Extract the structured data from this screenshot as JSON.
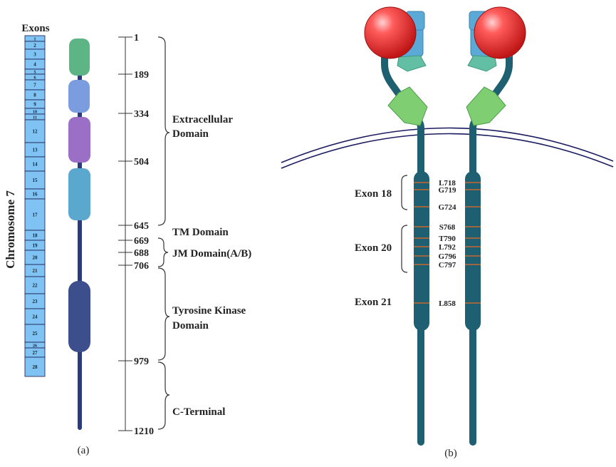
{
  "panel_a": {
    "exons_title": "Exons",
    "chromosome_label": "Chromosome 7",
    "exon_numbers": [
      "1",
      "2",
      "3",
      "4",
      "5",
      "6",
      "7",
      "8",
      "9",
      "10",
      "11",
      "12",
      "13",
      "14",
      "15",
      "16",
      "17",
      "18",
      "19",
      "20",
      "21",
      "22",
      "23",
      "24",
      "25",
      "26",
      "27",
      "28"
    ],
    "residue_ticks": [
      "1",
      "189",
      "334",
      "504",
      "645",
      "669",
      "688",
      "706",
      "979",
      "1210"
    ],
    "domains": {
      "extracellular": [
        "Extracellular",
        "Domain"
      ],
      "tm": "TM Domain",
      "jm": "JM Domain(A/B)",
      "tk": [
        "Tyrosine Kinase",
        "Domain"
      ],
      "cterm": "C-Terminal"
    },
    "caption": "(a)",
    "colors": {
      "exon_fill": "#7ec3f3",
      "domain1": "#5db585",
      "domain2": "#7b9de0",
      "domain3": "#9b6fc6",
      "domain4": "#5ba8cf",
      "kinase": "#3d4e8c",
      "backbone": "#2c3a7e"
    }
  },
  "panel_b": {
    "exon_labels": [
      "Exon 18",
      "Exon 20",
      "Exon 21"
    ],
    "mutations": [
      "L718",
      "G719",
      "G724",
      "S768",
      "T790",
      "L792",
      "G796",
      "C797",
      "L858"
    ],
    "caption": "(b)",
    "colors": {
      "receptor": "#1f5f72",
      "ligand": "#e82a2a",
      "domain_blue": "#5aa9d6",
      "domain_teal": "#63bfa3",
      "domain_green": "#7fcf72",
      "membrane": "#1b1b60",
      "mutation_line": "#c9692f"
    }
  }
}
